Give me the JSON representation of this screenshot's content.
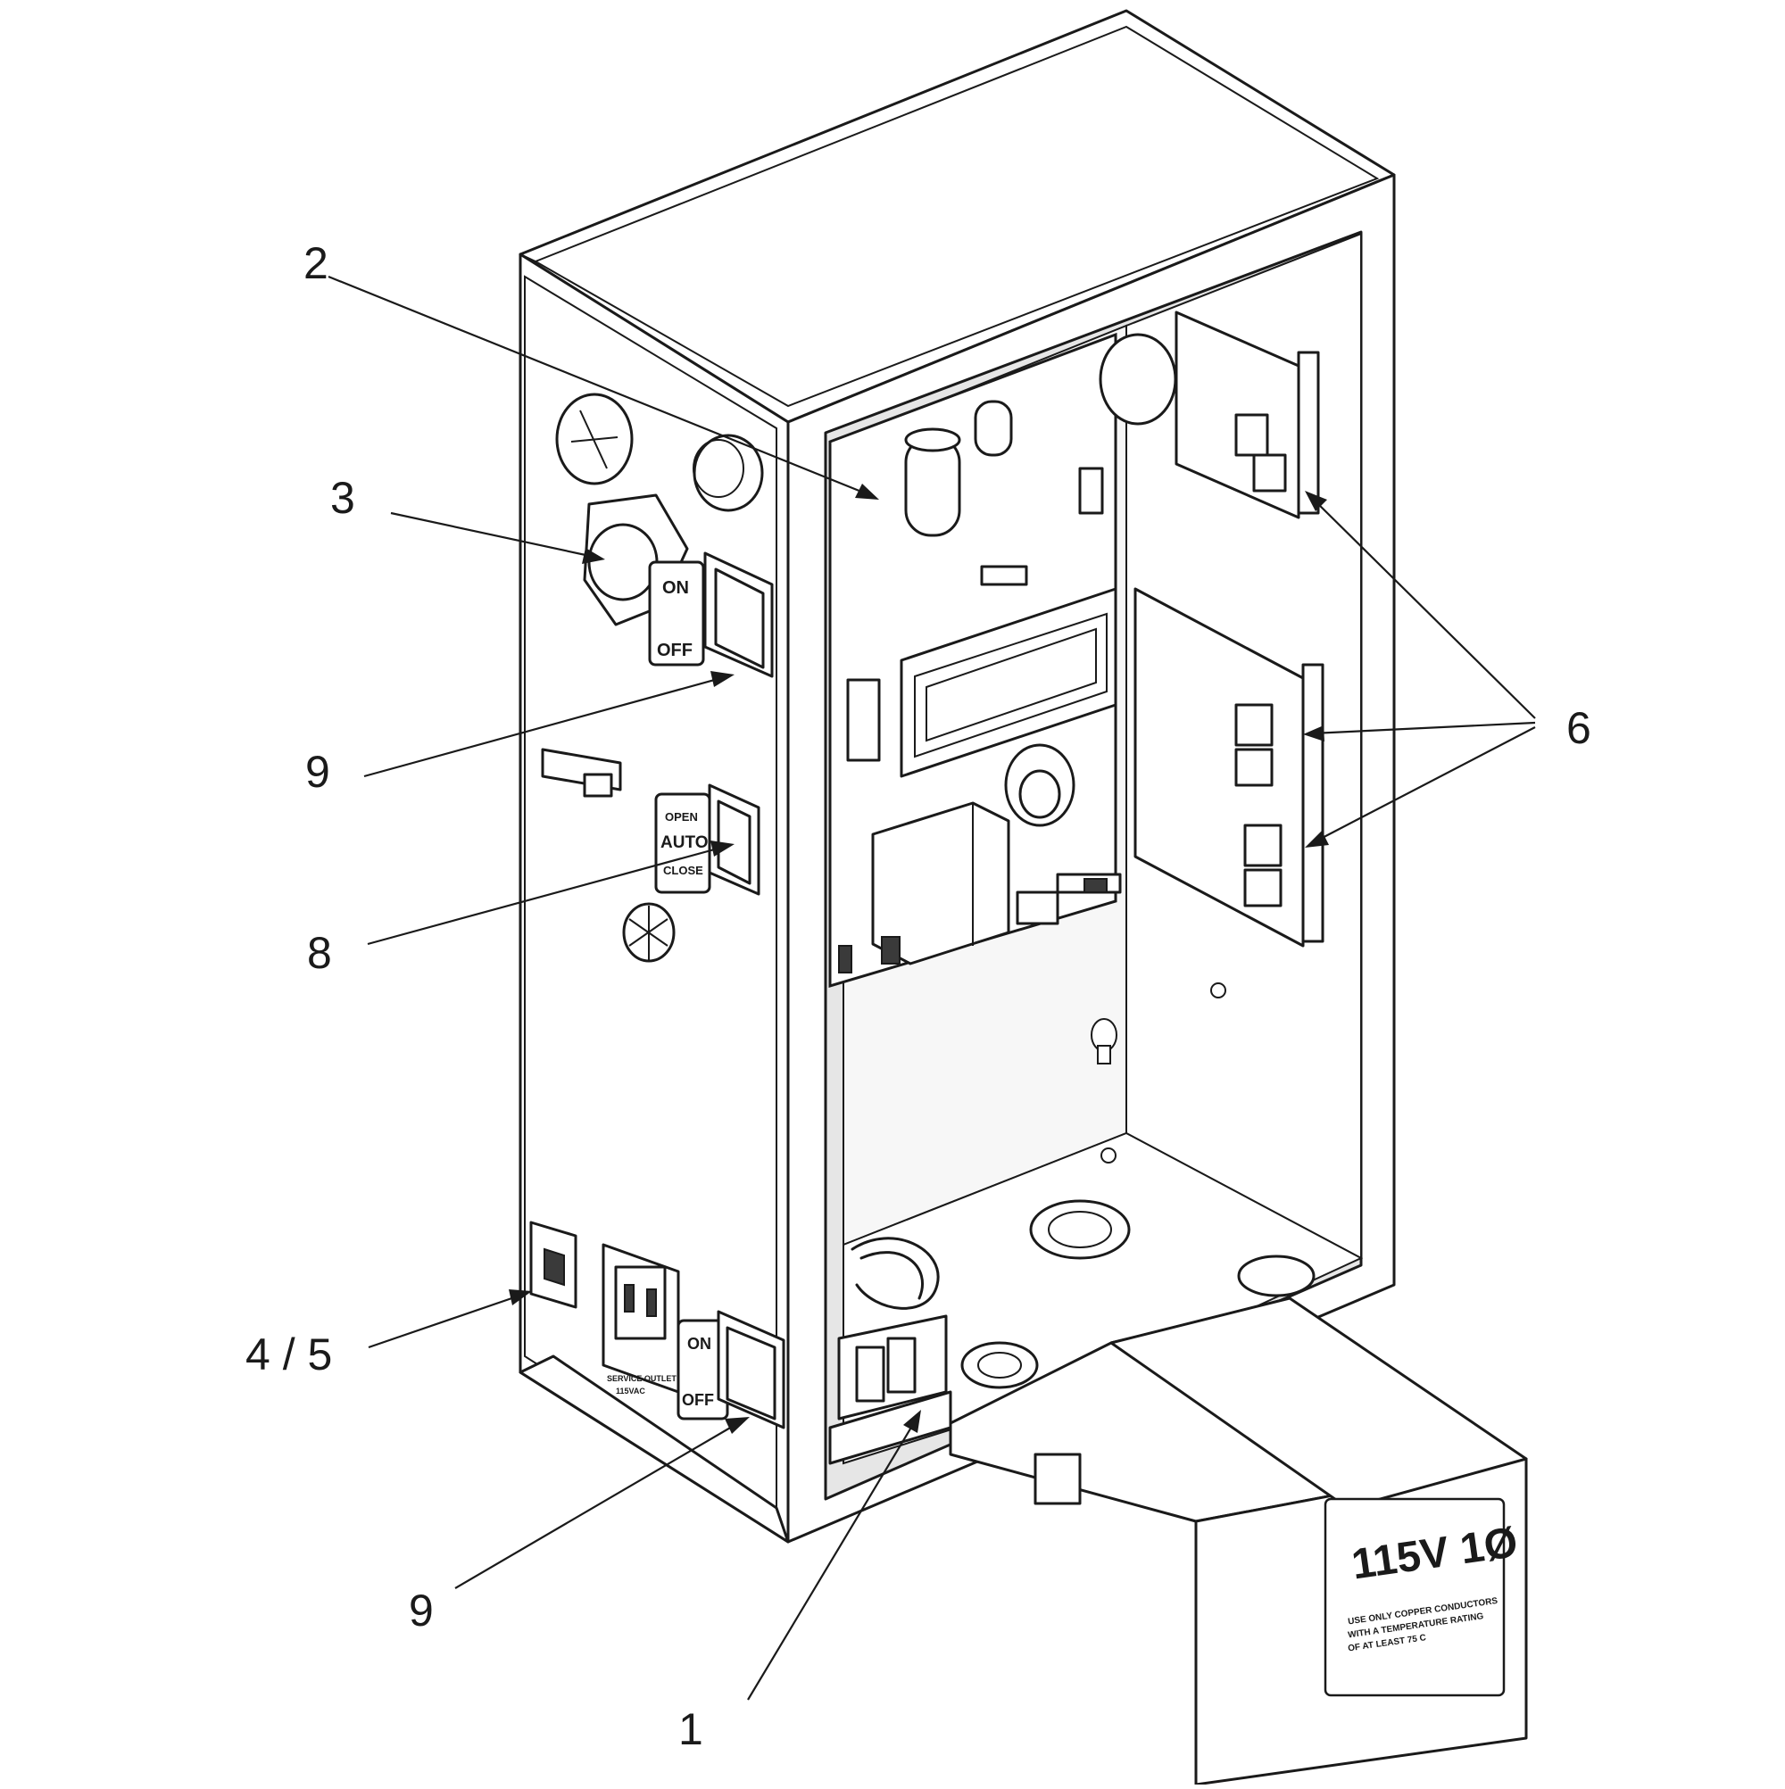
{
  "callouts": [
    {
      "id": "c2",
      "label": "2"
    },
    {
      "id": "c3",
      "label": "3"
    },
    {
      "id": "c9a",
      "label": "9"
    },
    {
      "id": "c8",
      "label": "8"
    },
    {
      "id": "c45",
      "label": "4 / 5"
    },
    {
      "id": "c9b",
      "label": "9"
    },
    {
      "id": "c1",
      "label": "1"
    },
    {
      "id": "c6",
      "label": "6"
    }
  ],
  "switch_labels": {
    "power_on": "ON",
    "power_off": "OFF",
    "mode_open": "OPEN",
    "mode_auto": "AUTO",
    "mode_close": "CLOSE"
  },
  "cover_plate": {
    "rating": "115V 1Ø",
    "line1": "USE ONLY COPPER CONDUCTORS",
    "line2": "WITH A TEMPERATURE RATING",
    "line3": "OF AT LEAST 75 C"
  },
  "outlet_plate": {
    "line1": "SERVICE OUTLET",
    "line2": "115VAC"
  }
}
